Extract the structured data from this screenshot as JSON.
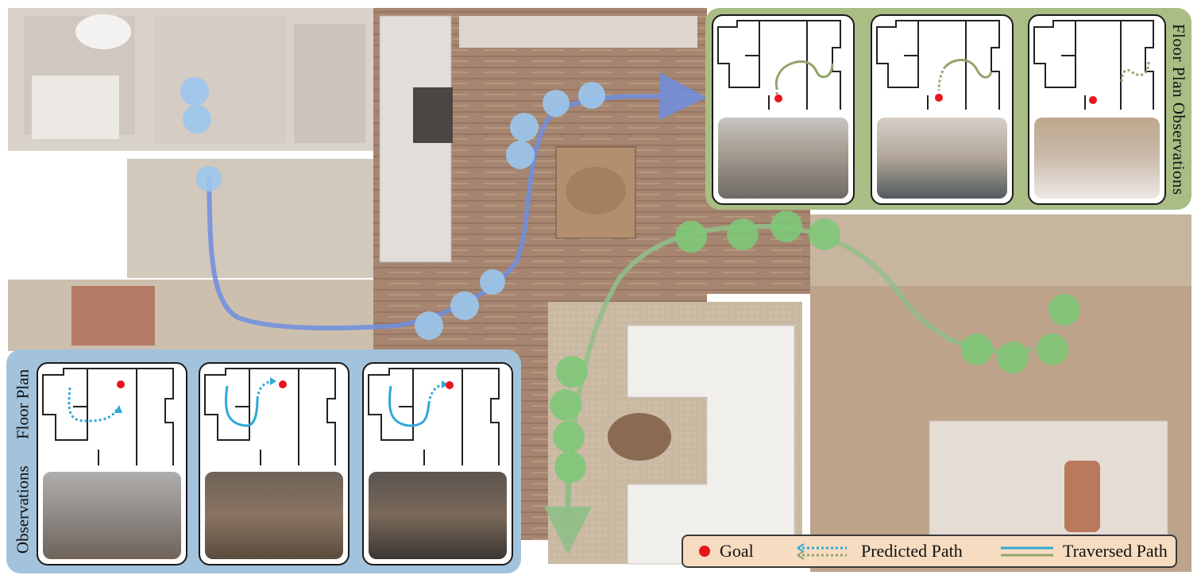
{
  "labels": {
    "right_panel": "Floor Plan  Observations",
    "left_panel_floor": "Floor Plan",
    "left_panel_obs": "Observations"
  },
  "legend": {
    "goal": "Goal",
    "predicted": "Predicted  Path",
    "traversed": "Traversed  Path"
  },
  "colors": {
    "goal": "#e8141e",
    "blue_path": "#2fa8d8",
    "green_path": "#93a46a",
    "blue_panel": "#a3c2dc",
    "green_panel": "#a9bd84",
    "legend_bg": "#f6dcc0"
  }
}
